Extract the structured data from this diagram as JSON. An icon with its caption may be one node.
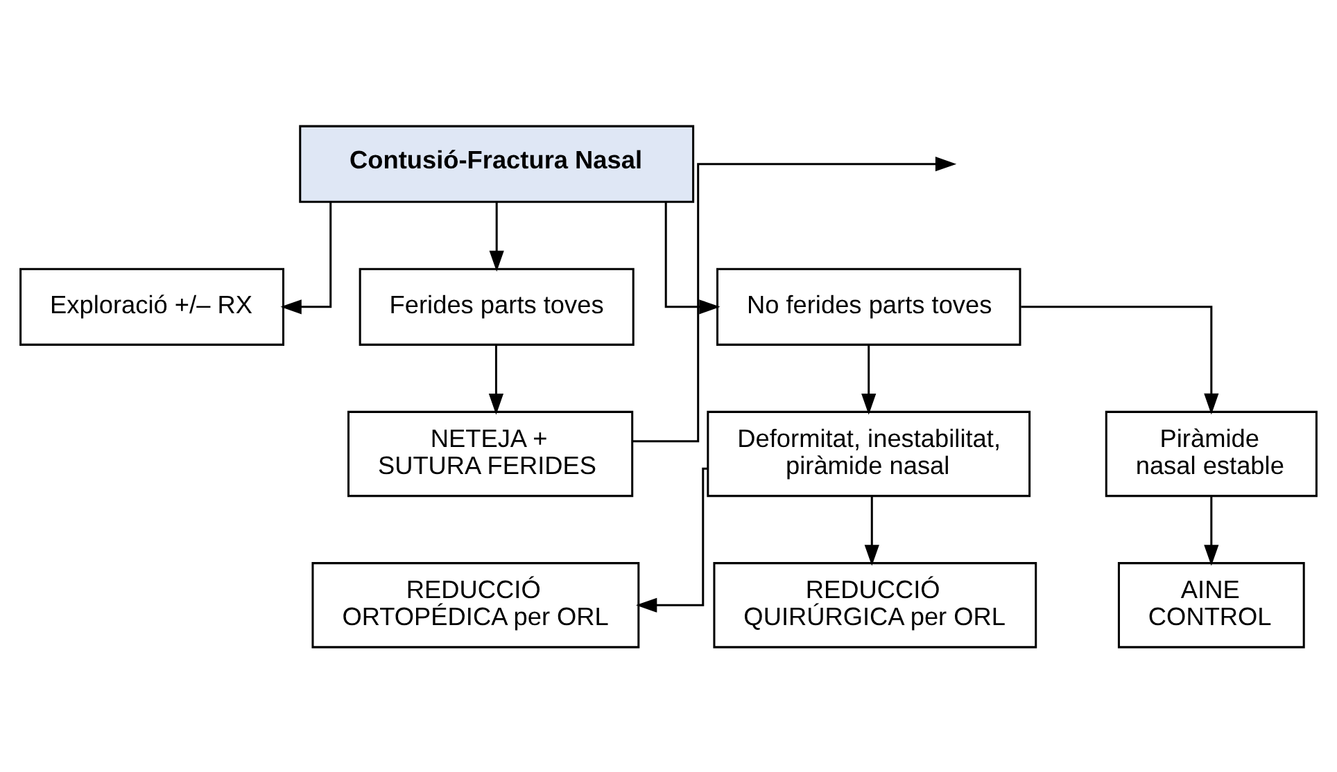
{
  "diagram": {
    "nodes": [
      {
        "text": [
          "Contusió-Fractura Nasal"
        ]
      },
      {
        "text": [
          "Exploració +/– RX"
        ]
      },
      {
        "text": [
          "Ferides parts toves"
        ]
      },
      {
        "text": [
          "No ferides parts toves"
        ]
      },
      {
        "text": [
          "NETEJA + SUTURA FERIDES"
        ]
      },
      {
        "text": [
          "Deformitat, inestabilitat, piràmide nasal"
        ]
      },
      {
        "text": [
          "Piràmide nasal estable"
        ]
      },
      {
        "text": [
          "REDUCCIÓ ORTOPÉDICA per ORL"
        ]
      },
      {
        "text": [
          "AINE CONTROL"
        ]
      },
      {
        "text": [
          "REDUCCIÓ QUIRÚRGICA per ORL"
        ]
      }
    ],
    "edges": [
      {
        "from": 0,
        "to": 1,
        "arrow": "to"
      },
      {
        "from": 0,
        "to": 2,
        "arrow": "to"
      },
      {
        "from": 0,
        "to": 3,
        "arrow": "to"
      },
      {
        "from": 2,
        "to": 4,
        "arrow": "to"
      },
      {
        "from": 4,
        "to": null,
        "arrow": "to"
      },
      {
        "from": 3,
        "to": 5,
        "arrow": "to"
      },
      {
        "from": 3,
        "to": 6,
        "arrow": "to"
      },
      {
        "from": 5,
        "to": 7,
        "arrow": "to"
      },
      {
        "from": 5,
        "to": 9,
        "arrow": "to"
      },
      {
        "from": 6,
        "to": 8,
        "arrow": "to"
      }
    ]
  }
}
